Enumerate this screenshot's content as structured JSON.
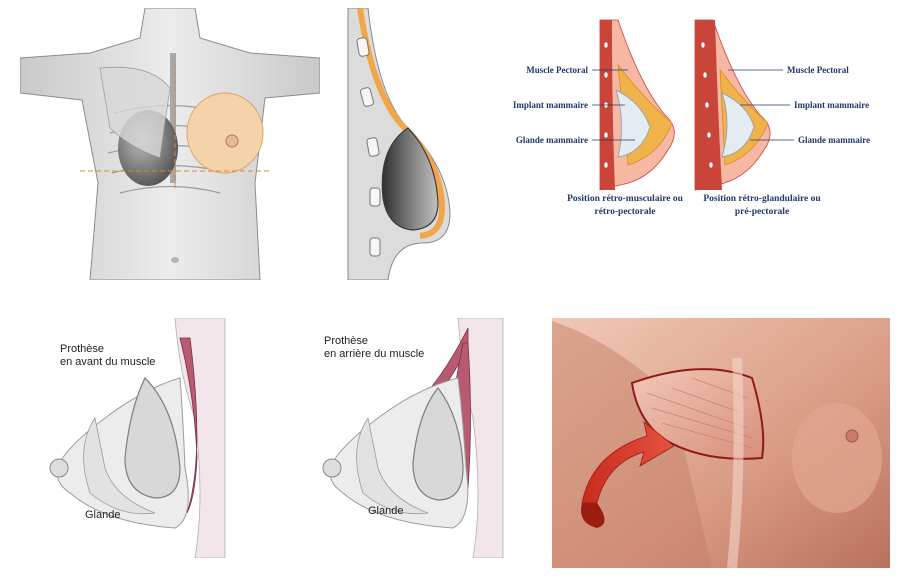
{
  "retro_diagram": {
    "left": {
      "labels": [
        "Muscle Pectoral",
        "Implant mammaire",
        "Glande mammaire"
      ],
      "caption_line1": "Position rétro-musculaire ou",
      "caption_line2": "rétro-pectorale"
    },
    "right": {
      "labels": [
        "Muscle Pectoral",
        "Implant mammaire",
        "Glande mammaire"
      ],
      "caption_line1": "Position rétro-glandulaire ou",
      "caption_line2": "pré-pectorale"
    }
  },
  "profile_front": {
    "title_line1": "Prothèse",
    "title_line2": "en avant du muscle",
    "gland_label": "Glande"
  },
  "profile_behind": {
    "title_line1": "Prothèse",
    "title_line2": "en arrière du muscle",
    "gland_label": "Glande"
  },
  "colors": {
    "muscle": "#c9453a",
    "gland": "#f2b24a",
    "implant": "#9aa0a6",
    "skin": "#e8b29a",
    "label_text": "#1f3a6b"
  }
}
